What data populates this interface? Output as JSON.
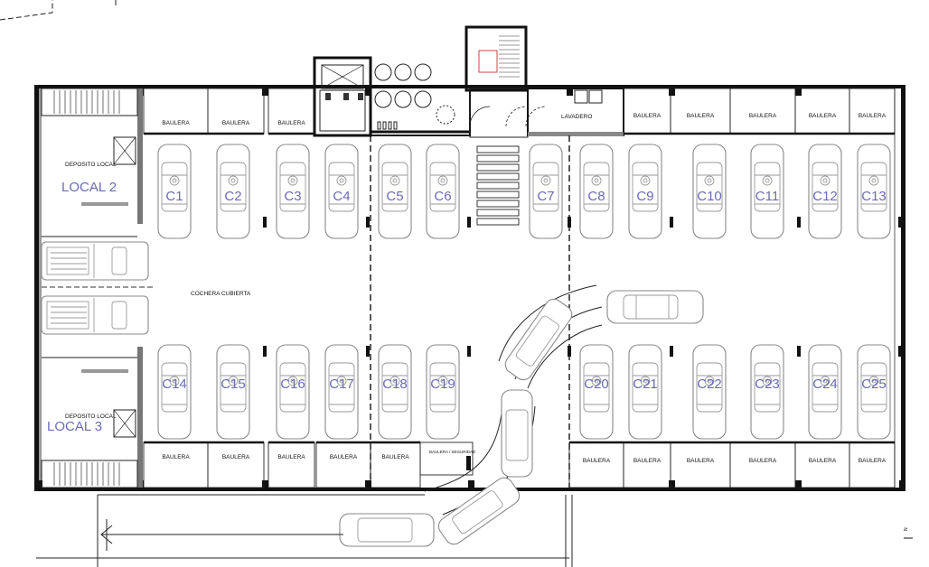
{
  "plan": {
    "general_label": "COCHERA CUBIERTA",
    "local_2": {
      "name": "LOCAL 2",
      "deposit": "DEPOSITO LOCAL"
    },
    "local_3": {
      "name": "LOCAL 3",
      "deposit": "DEPOSITO LOCAL"
    },
    "storage_label": "BAULERA",
    "laundry_label": "LAVADERO",
    "storage_security_label": "BAULERA / SEGURIDAD",
    "top_spaces": [
      "C1",
      "C2",
      "C3",
      "C4",
      "C5",
      "C6",
      "C7",
      "C8",
      "C9",
      "C10",
      "C11",
      "C12",
      "C13"
    ],
    "bottom_spaces": [
      "C14",
      "C15",
      "C16",
      "C17",
      "C18",
      "C19",
      "C20",
      "C21",
      "C22",
      "C23",
      "C24",
      "C25"
    ]
  }
}
